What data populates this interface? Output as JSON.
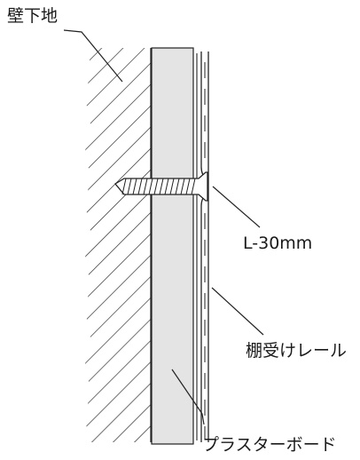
{
  "labels": {
    "wall_base": "壁下地",
    "screw_length": "L-30mm",
    "shelf_rail": "棚受けレール",
    "plasterboard": "プラスターボード"
  },
  "colors": {
    "line": "#222222",
    "board_fill": "#e4e4e4",
    "background": "#ffffff"
  }
}
